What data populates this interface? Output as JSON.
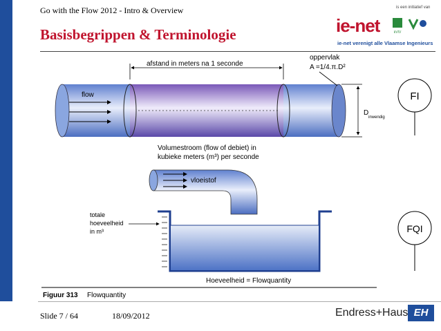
{
  "header": {
    "subtitle": "Go with the Flow 2012 - Intro & Overview",
    "title": "Basisbegrippen & Terminologie"
  },
  "logo": {
    "small_text": "is een initiatief van",
    "brand_text": "ie-net",
    "tagline": "ie-net verenigt alle Vlaamse Ingenieurs"
  },
  "diagram": {
    "distance_label": "afstand in meters na 1 seconde",
    "surface_label_1": "oppervlak",
    "surface_label_2": "A =1/4.π.D²",
    "flow_label": "flow",
    "diameter_label": "D",
    "diameter_sub": "inwendig",
    "fi_label": "FI",
    "volume_label_1": "Volumestroom (flow of debiet) in",
    "volume_label_2": "kubieke meters (m³) per seconde",
    "fluid_label": "vloeistof",
    "total_label_1": "totale",
    "total_label_2": "hoeveelheid",
    "total_label_3": "in m³",
    "fqi_label": "FQI",
    "quantity_label": "Hoeveelheid = Flowquantity",
    "figure_bold": "Figuur 313",
    "figure_caption": "Flowquantity"
  },
  "footer": {
    "slide": "Slide 7 / 64",
    "date": "18/09/2012",
    "brand": "Endress+Hauser",
    "brand_box": "EH"
  },
  "colors": {
    "accent": "#c0142e",
    "sidebar": "#1f4e9c",
    "pipe": "#7f9fdc"
  }
}
